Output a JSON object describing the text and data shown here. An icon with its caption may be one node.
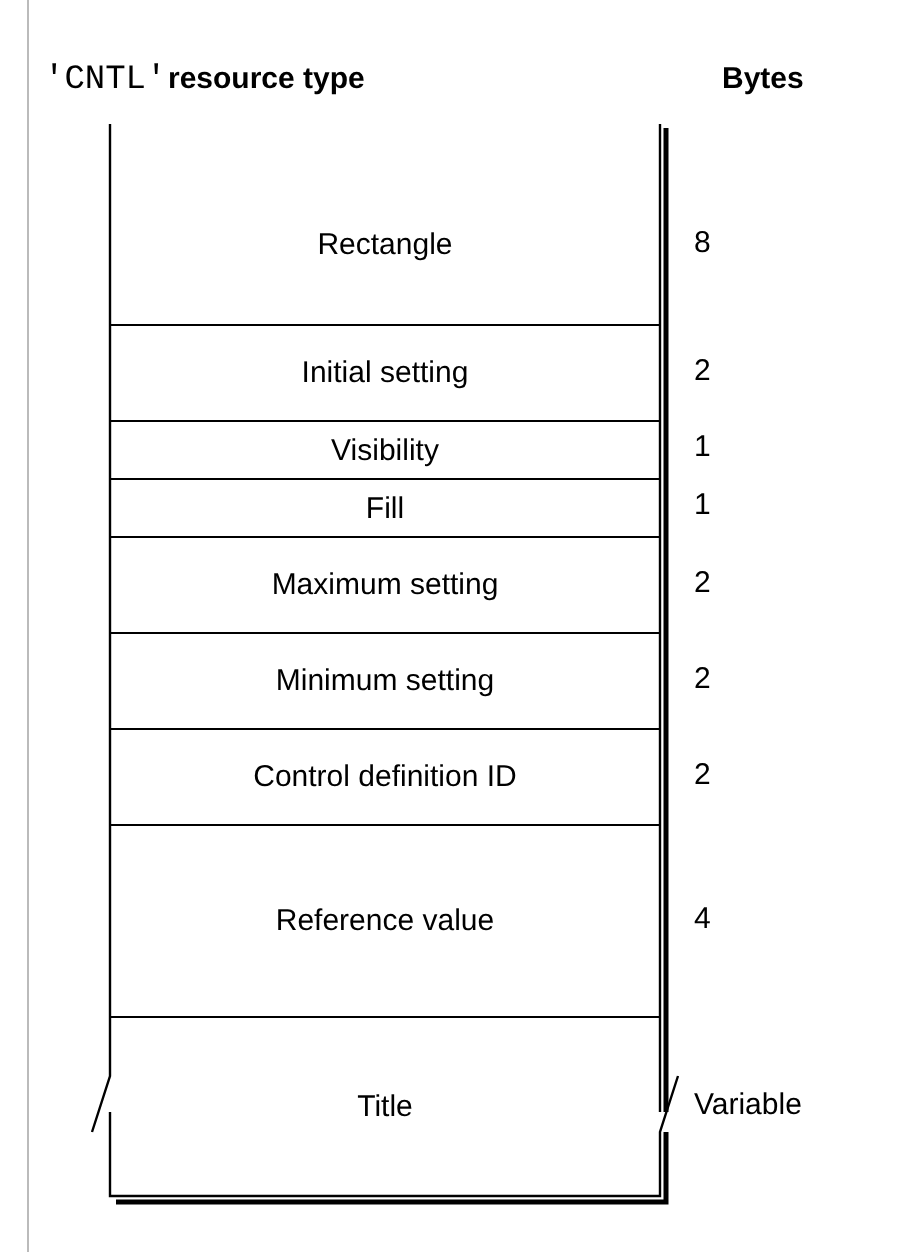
{
  "diagram": {
    "nodes": [
      {
        "text": [
          "Rectangle"
        ]
      },
      {
        "text": [
          "Initial setting"
        ]
      },
      {
        "text": [
          "Visibility"
        ]
      },
      {
        "text": [
          "Fill"
        ]
      },
      {
        "text": [
          "Maximum setting"
        ]
      },
      {
        "text": [
          "Minimum setting"
        ]
      },
      {
        "text": [
          "Control definition ID"
        ]
      },
      {
        "text": [
          "Reference value"
        ]
      },
      {
        "text": [
          "Title"
        ]
      }
    ],
    "labels": [
      "'CNTL'",
      "resource type",
      "Bytes",
      "8",
      "2",
      "1",
      "1",
      "2",
      "2",
      "2",
      "4",
      "Variable"
    ]
  }
}
